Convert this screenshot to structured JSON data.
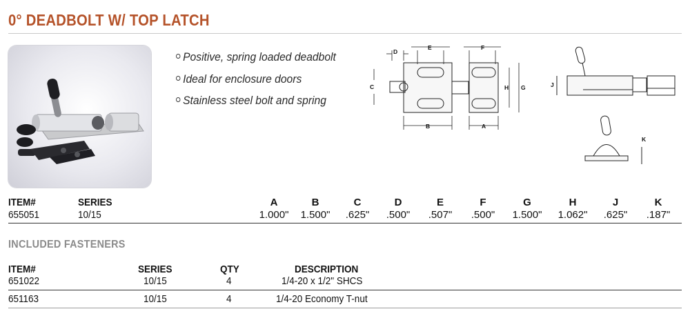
{
  "title": "0° DEADBOLT W/ TOP LATCH",
  "features": [
    "Positive, spring loaded deadbolt",
    "Ideal for enclosure doors",
    "Stainless steel bolt and spring"
  ],
  "diagram_labels": {
    "a": "A",
    "b": "B",
    "c": "C",
    "d": "D",
    "e": "E",
    "f": "F",
    "g": "G",
    "h": "H",
    "j": "J",
    "k": "K"
  },
  "spec_table": {
    "headers": {
      "item": "ITEM#",
      "series": "SERIES",
      "dims": [
        "A",
        "B",
        "C",
        "D",
        "E",
        "F",
        "G",
        "H",
        "J",
        "K"
      ]
    },
    "row": {
      "item": "655051",
      "series": "10/15",
      "dims": [
        "1.000\"",
        "1.500\"",
        ".625\"",
        ".500\"",
        ".507\"",
        ".500\"",
        "1.500\"",
        "1.062\"",
        ".625\"",
        ".187\""
      ]
    }
  },
  "fasteners": {
    "section_title": "INCLUDED FASTENERS",
    "headers": {
      "item": "ITEM#",
      "series": "SERIES",
      "qty": "QTY",
      "description": "DESCRIPTION"
    },
    "rows": [
      {
        "item": "651022",
        "series": "10/15",
        "qty": "4",
        "description": "1/4-20 x 1/2\" SHCS"
      },
      {
        "item": "651163",
        "series": "10/15",
        "qty": "4",
        "description": "1/4-20 Economy T-nut"
      }
    ]
  }
}
